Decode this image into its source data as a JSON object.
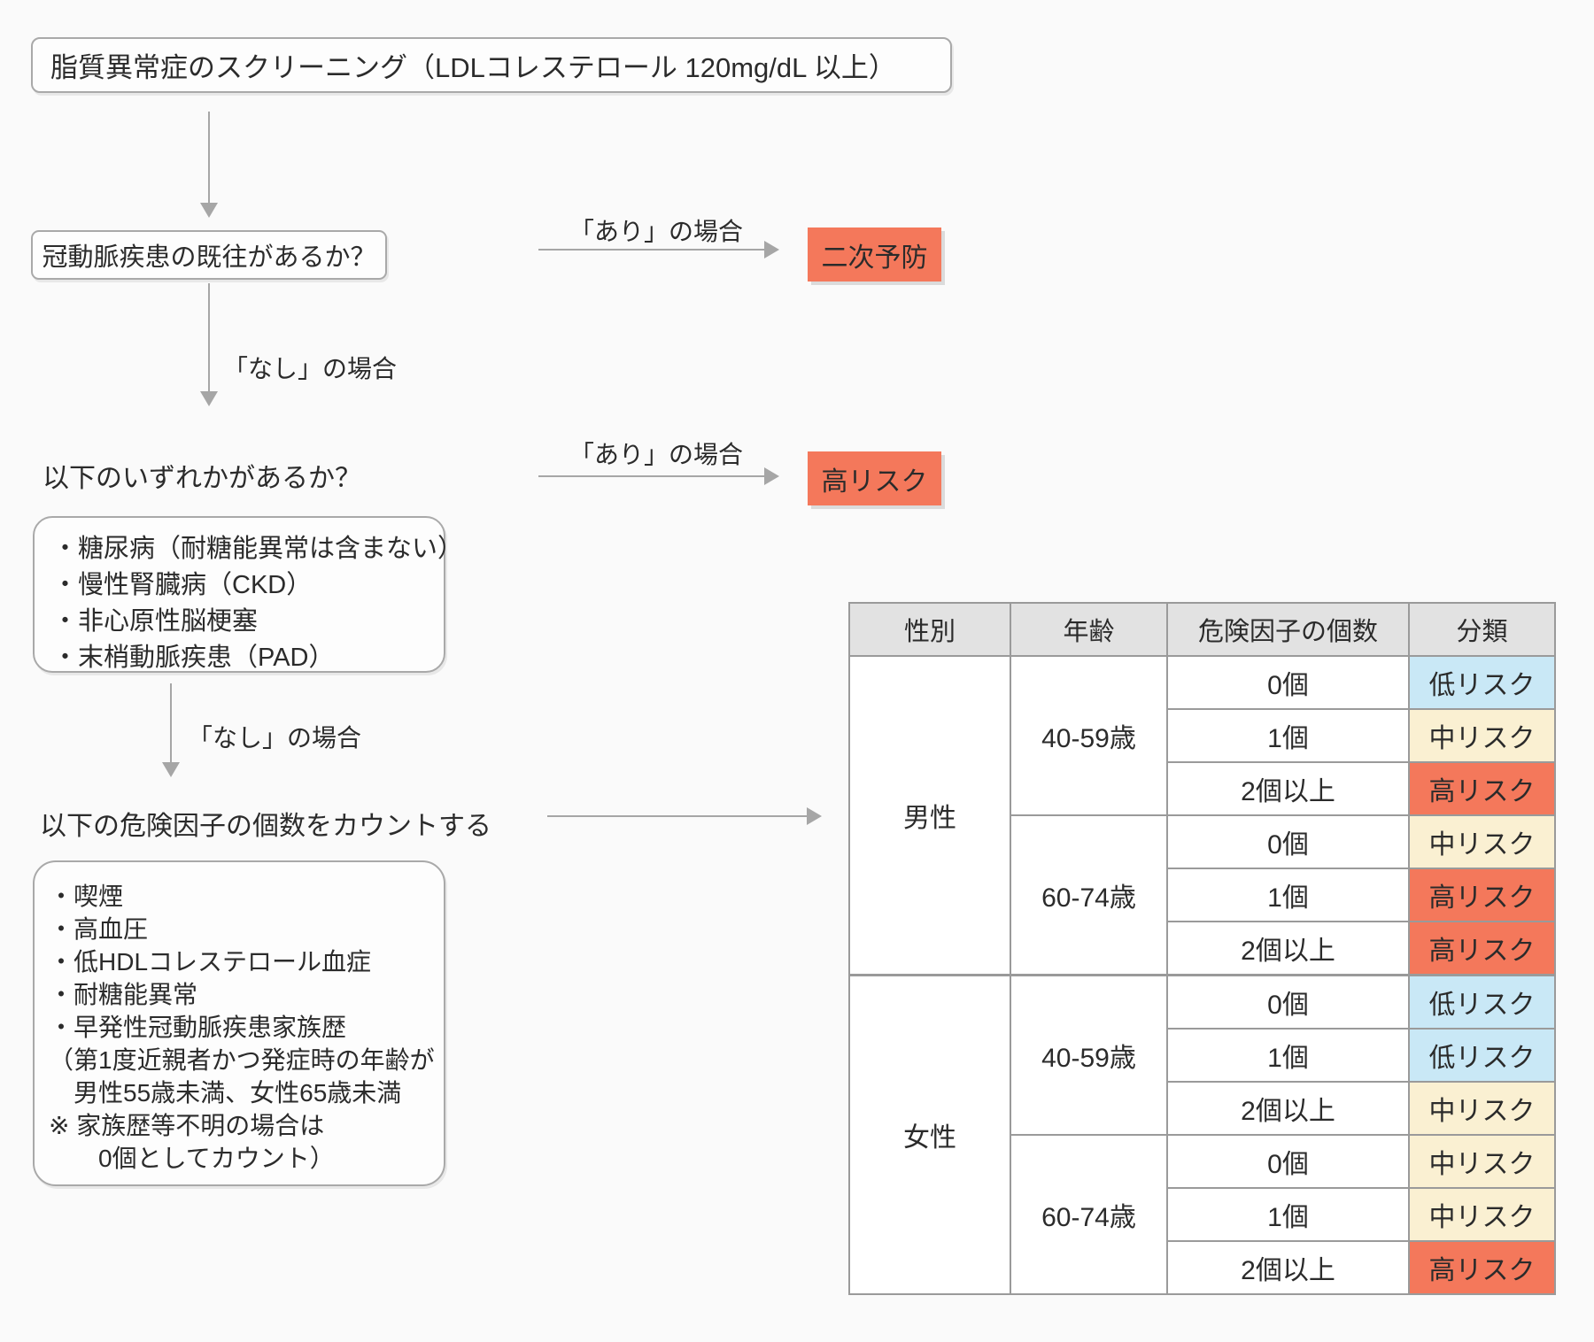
{
  "palette": {
    "background": "#fafafa",
    "box_border": "#a9a9a9",
    "arrow": "#a6a6a6",
    "outcome_orange": "#f4785b",
    "low_risk_blue": "#c9e8f6",
    "mid_risk_cream": "#faf0d2",
    "high_risk_orange": "#f4785b",
    "table_header_gray": "#e2e2e2",
    "table_border": "#9a9a9a",
    "text": "#2b2b2b"
  },
  "flow": {
    "title": "脂質異常症のスクリーニング（LDLコレステロール 120mg/dL 以上）",
    "question_1": "冠動脈疾患の既往があるか？",
    "label_yes_1": "「あり」の場合",
    "outcome_secondary": "二次予防",
    "label_no_1": "「なし」の場合",
    "question_2": "以下のいずれかがあるか？",
    "conditions": [
      "・糖尿病（耐糖能異常は含まない）",
      "・慢性腎臓病（CKD）",
      "・非心原性脳梗塞",
      "・末梢動脈疾患（PAD）"
    ],
    "label_yes_2": "「あり」の場合",
    "outcome_high": "高リスク",
    "label_no_2": "「なし」の場合",
    "question_3": "以下の危険因子の個数をカウントする",
    "risk_factors": [
      "・喫煙",
      "・高血圧",
      "・低HDLコレステロール血症",
      "・耐糖能異常",
      "・早発性冠動脈疾患家族歴",
      "（第1度近親者かつ発症時の年齢が",
      "　男性55歳未満、女性65歳未満",
      "※ 家族歴等不明の場合は",
      "　　0個としてカウント）"
    ]
  },
  "table": {
    "headers": [
      "性別",
      "年齢",
      "危険因子の個数",
      "分類"
    ],
    "groups": [
      {
        "sex": "男性",
        "ages": [
          {
            "age": "40-59歳",
            "rows": [
              {
                "count": "0個",
                "classification": "低リスク",
                "level": "low"
              },
              {
                "count": "1個",
                "classification": "中リスク",
                "level": "mid"
              },
              {
                "count": "2個以上",
                "classification": "高リスク",
                "level": "high"
              }
            ]
          },
          {
            "age": "60-74歳",
            "rows": [
              {
                "count": "0個",
                "classification": "中リスク",
                "level": "mid"
              },
              {
                "count": "1個",
                "classification": "高リスク",
                "level": "high"
              },
              {
                "count": "2個以上",
                "classification": "高リスク",
                "level": "high"
              }
            ]
          }
        ]
      },
      {
        "sex": "女性",
        "ages": [
          {
            "age": "40-59歳",
            "rows": [
              {
                "count": "0個",
                "classification": "低リスク",
                "level": "low"
              },
              {
                "count": "1個",
                "classification": "低リスク",
                "level": "low"
              },
              {
                "count": "2個以上",
                "classification": "中リスク",
                "level": "mid"
              }
            ]
          },
          {
            "age": "60-74歳",
            "rows": [
              {
                "count": "0個",
                "classification": "中リスク",
                "level": "mid"
              },
              {
                "count": "1個",
                "classification": "中リスク",
                "level": "mid"
              },
              {
                "count": "2個以上",
                "classification": "高リスク",
                "level": "high"
              }
            ]
          }
        ]
      }
    ]
  }
}
